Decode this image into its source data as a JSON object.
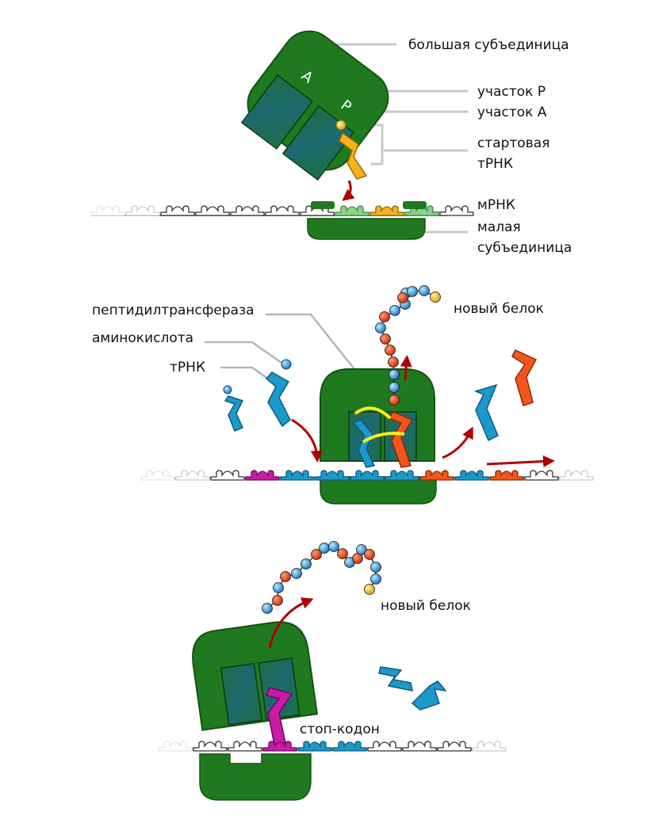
{
  "labels": {
    "large_subunit": "большая субъединица",
    "p_site": "участок P",
    "a_site": "участок A",
    "start_trna_1": "стартовая",
    "start_trna_2": "тРНК",
    "mrna": "мРНК",
    "small_subunit_1": "малая",
    "small_subunit_2": "субъединица",
    "site_letter_a": "A",
    "site_letter_p": "P",
    "peptidyl_transferase": "пептидилтрансфераза",
    "amino_acid": "аминокислота",
    "trna": "тРНК",
    "new_protein": "новый белок",
    "new_protein_2": "новый белок",
    "stop_codon": "стоп-кодон"
  },
  "colors": {
    "ribosome": "#1f7a1f",
    "ribosome_dark": "#145214",
    "site_fill": "#1e5f55",
    "trna_blue": "#1b9ac9",
    "trna_orange": "#f2561d",
    "trna_yellow": "#f7b21b",
    "trna_magenta": "#c91aa8",
    "codon_light_green": "#8fd08f",
    "arrow_red": "#b00000",
    "bead_red": "#e03a10",
    "bead_blue": "#2a8fd8",
    "bead_yellow": "#f2b80f",
    "highlight_yellow": "#f5ef1a",
    "leader_grey": "#b5b5b5"
  },
  "icons": [
    "ribosome-large-subunit",
    "ribosome-small-subunit",
    "trna-molecule",
    "amino-acid-bead",
    "mrna-strand",
    "arrow"
  ]
}
